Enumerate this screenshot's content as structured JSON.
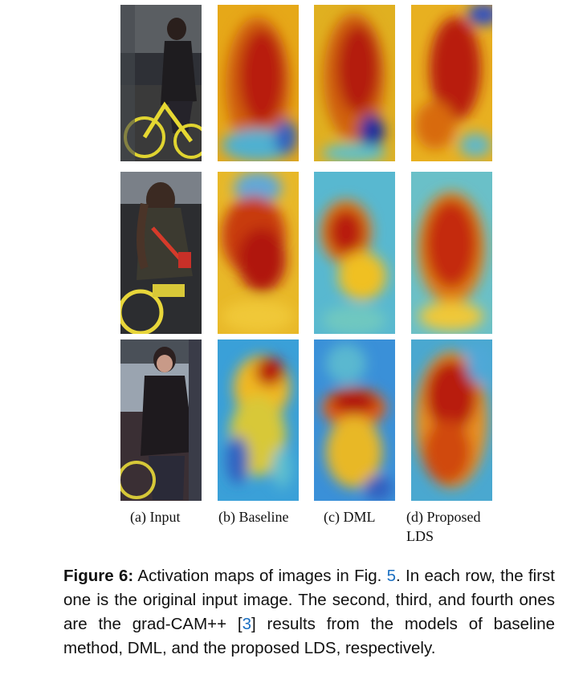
{
  "subcaptions": {
    "input": "(a)  Input",
    "baseline": "(b)  Baseline",
    "dml": "(c)  DML",
    "proposed_line1": "(d)   Proposed",
    "proposed_line2": "LDS"
  },
  "caption": {
    "label": "Figure 6:",
    "part1": " Activation maps of images in Fig. ",
    "fig_ref": "5",
    "part2": ". In each row, the first one is the original input image. The second, third, and fourth ones are the grad-CAM++ [",
    "cite_ref": "3",
    "part3": "] results from the models of baseline method, DML, and the proposed LDS, respectively."
  },
  "colors": {
    "link": "#1a6fc2",
    "heat_hot": "#b01010",
    "heat_mid": "#f2c21e",
    "heat_cool": "#2f8fd8",
    "heat_cold": "#1a2fa0"
  }
}
